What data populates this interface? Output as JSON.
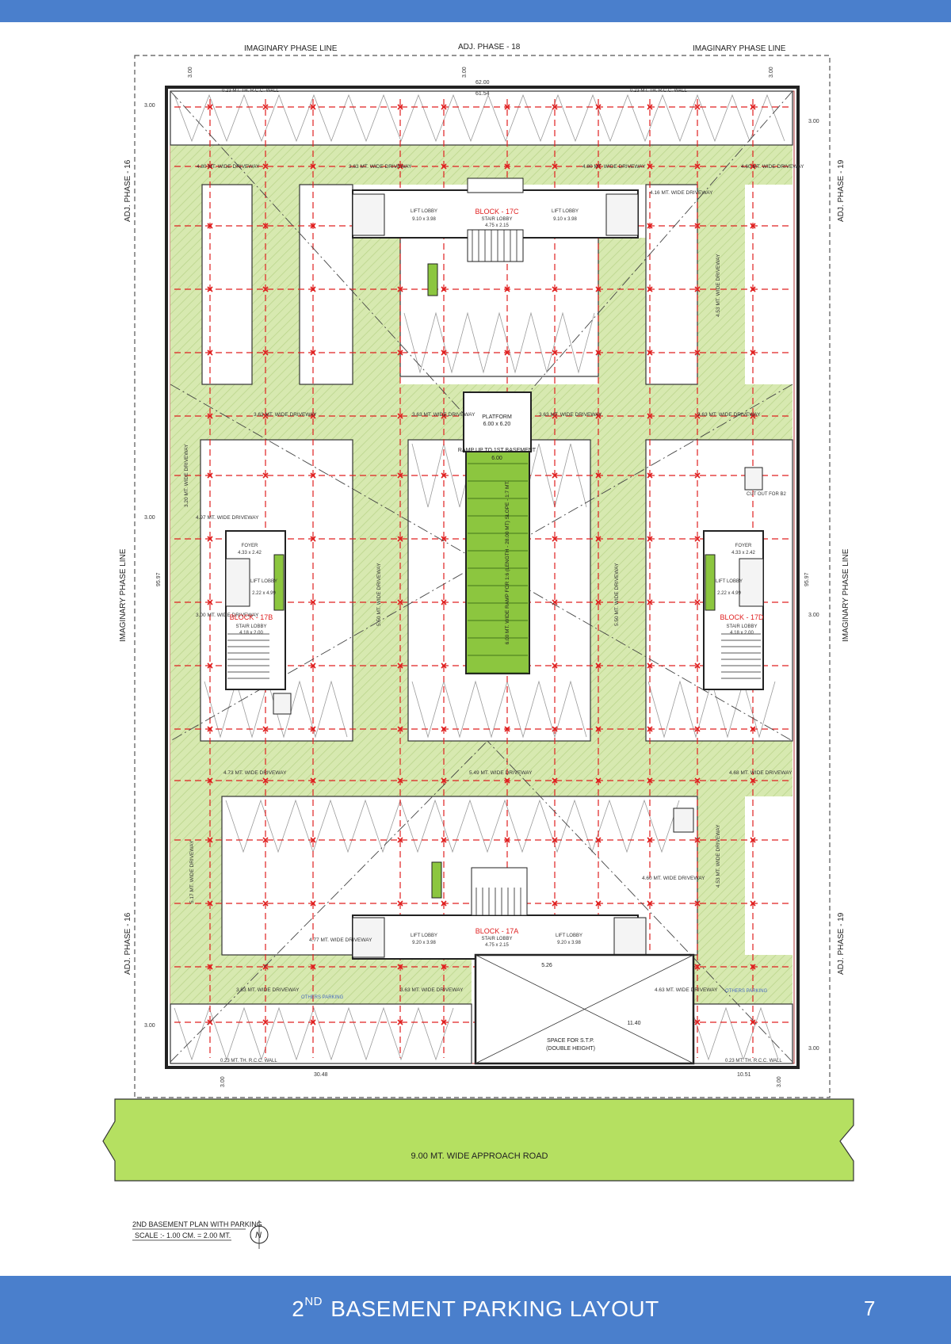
{
  "header": {
    "bar_color": "#4a7fcc"
  },
  "colors": {
    "driveway": "#d7e9b0",
    "ramp": "#8cc63f",
    "road": "#b5e061",
    "grid": "#e02020",
    "wall": "#1a1a1a",
    "footer": "#4a7fcc"
  },
  "boundaries": {
    "top_left": "IMAGINARY PHASE LINE",
    "top_center": "ADJ. PHASE - 18",
    "top_right": "IMAGINARY PHASE LINE",
    "left_upper": "ADJ. PHASE - 16",
    "left_middle": "IMAGINARY PHASE LINE",
    "left_lower": "ADJ. PHASE - 16",
    "right_upper": "ADJ. PHASE - 19",
    "right_middle": "IMAGINARY PHASE LINE",
    "right_lower": "ADJ. PHASE - 19"
  },
  "dimensions": {
    "setback": "3.00",
    "overall_width": "62.00",
    "inner_width": "61.54",
    "overall_depth": "95.97",
    "bottom_left": "30.48",
    "bottom_right": "10.51"
  },
  "blocks": {
    "c": {
      "name": "BLOCK - 17C",
      "lift_lobby": "LIFT LOBBY",
      "lobby_size": "9.10 x 3.98",
      "stair_lobby": "STAIR LOBBY",
      "stair_size": "4.75 x 2.15"
    },
    "b": {
      "name": "BLOCK - 17B",
      "foyer": "FOYER",
      "foyer_size": "4.33 x 2.42",
      "lift": "LIFT LOBBY",
      "lift_size": "2.22 x 4.99",
      "stair_lobby": "STAIR LOBBY",
      "stair_size": "4.18 x 2.00"
    },
    "d": {
      "name": "BLOCK - 17D",
      "foyer": "FOYER",
      "foyer_size": "4.33 x 2.42",
      "lift": "LIFT LOBBY",
      "lift_size": "2.22 x 4.99",
      "stair_lobby": "STAIR LOBBY",
      "stair_size": "4.18 x 2.00"
    },
    "a": {
      "name": "BLOCK - 17A",
      "lift_lobby": "LIFT LOBBY",
      "lobby_size": "9.20 x 3.98",
      "stair_lobby": "STAIR LOBBY",
      "stair_size": "4.75 x 2.15"
    }
  },
  "ramp": {
    "platform": "PLATFORM",
    "platform_size": "6.00 x 6.20",
    "label": "RAMP UP TO 1ST BASEMENT",
    "width": "6.00",
    "spec": "6.00 MT. WIDE RAMP FOR 1:6 (LENGTH - 28.00 MT) SLOPE - 1:7 MT."
  },
  "driveways": {
    "top_left": "4.80 MT. WIDE DRIVEWAY",
    "top_mid": "3.63 MT. WIDE DRIVEWAY",
    "top_right": "4.80 MT. WIDE DRIVEWAY",
    "top_far_right": "4.60 MT. WIDE DRIVEWAY",
    "mid_left": "3.63 MT. WIDE DRIVEWAY",
    "mid_center": "3.63 MT. WIDE DRIVEWAY",
    "mid_right": "3.63 MT. WIDE DRIVEWAY",
    "mid_far_right": "3.63 MT. WIDE DRIVEWAY",
    "low_left": "4.73 MT. WIDE DRIVEWAY",
    "low_center": "5.49 MT. WIDE DRIVEWAY",
    "low_right": "4.68 MT. WIDE DRIVEWAY",
    "bottom_left": "3.63 MT. WIDE DRIVEWAY",
    "bottom_mid": "3.63 MT. WIDE DRIVEWAY",
    "bottom_right": "4.63 MT. WIDE DRIVEWAY",
    "block_a_left": "4.77 MT. WIDE DRIVEWAY",
    "block_a_right": "4.60 MT. WIDE DRIVEWAY",
    "left_vertical": "3.20 MT. WIDE DRIVEWAY",
    "left_vertical2": "4.97 MT. WIDE DRIVEWAY",
    "left_vertical3": "3.00 MT. WIDE DRIVEWAY",
    "right_vertical": "4.53 MT. WIDE DRIVEWAY",
    "inner_left": "5.50 MT. WIDE DRIVEWAY",
    "inner_right": "5.50 MT. WIDE DRIVEWAY",
    "lower_left_vertical": "5.17 MT. WIDE DRIVEWAY",
    "lower_right_vertical": "4.53 MT. WIDE DRIVEWAY",
    "top_right_corner": "4.16 MT. WIDE DRIVEWAY"
  },
  "misc": {
    "stp": "SPACE FOR S.T.P.",
    "stp_note": "(DOUBLE HEIGHT)",
    "wall_note": "0.23 MT. TH. R.C.C. WALL",
    "others_parking": "OTHERS PARKING",
    "cut_out": "CUT OUT FOR B2",
    "stp_width": "11.40",
    "stp_offset": "5.26"
  },
  "road": {
    "label": "9.00 MT. WIDE APPROACH ROAD"
  },
  "caption": {
    "title": "2ND BASEMENT PLAN WITH PARKING",
    "scale": "SCALE :- 1.00 CM. = 2.00 MT.",
    "north": "N"
  },
  "footer": {
    "sup": "ND",
    "num": "2",
    "title": "BASEMENT PARKING LAYOUT",
    "page": "7"
  }
}
